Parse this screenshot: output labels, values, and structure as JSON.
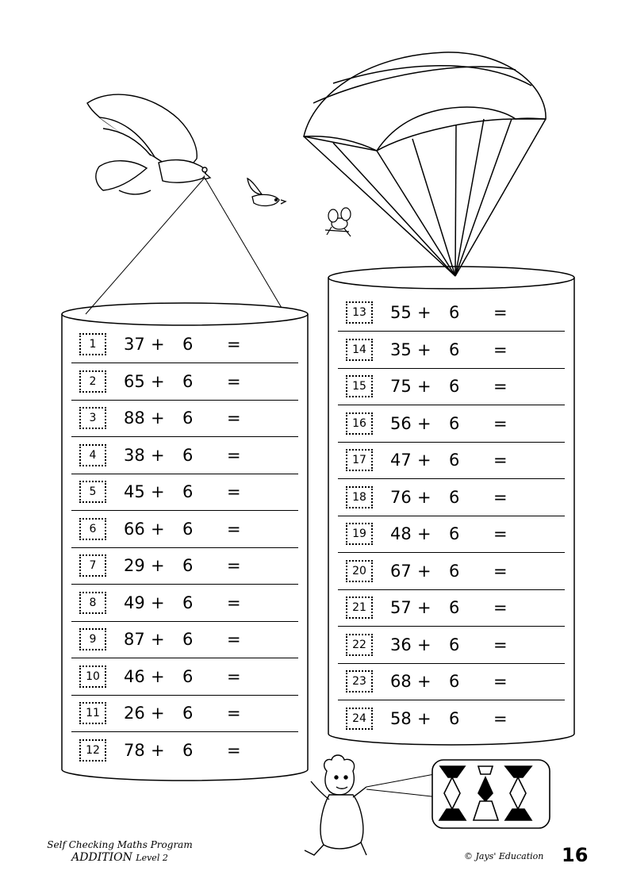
{
  "left_column": {
    "problems": [
      {
        "num": "1",
        "a": "37",
        "op": "+",
        "b": "6",
        "eq": "="
      },
      {
        "num": "2",
        "a": "65",
        "op": "+",
        "b": "6",
        "eq": "="
      },
      {
        "num": "3",
        "a": "88",
        "op": "+",
        "b": "6",
        "eq": "="
      },
      {
        "num": "4",
        "a": "38",
        "op": "+",
        "b": "6",
        "eq": "="
      },
      {
        "num": "5",
        "a": "45",
        "op": "+",
        "b": "6",
        "eq": "="
      },
      {
        "num": "6",
        "a": "66",
        "op": "+",
        "b": "6",
        "eq": "="
      },
      {
        "num": "7",
        "a": "29",
        "op": "+",
        "b": "6",
        "eq": "="
      },
      {
        "num": "8",
        "a": "49",
        "op": "+",
        "b": "6",
        "eq": "="
      },
      {
        "num": "9",
        "a": "87",
        "op": "+",
        "b": "6",
        "eq": "="
      },
      {
        "num": "10",
        "a": "46",
        "op": "+",
        "b": "6",
        "eq": "="
      },
      {
        "num": "11",
        "a": "26",
        "op": "+",
        "b": "6",
        "eq": "="
      },
      {
        "num": "12",
        "a": "78",
        "op": "+",
        "b": "6",
        "eq": "="
      }
    ]
  },
  "right_column": {
    "problems": [
      {
        "num": "13",
        "a": "55",
        "op": "+",
        "b": "6",
        "eq": "="
      },
      {
        "num": "14",
        "a": "35",
        "op": "+",
        "b": "6",
        "eq": "="
      },
      {
        "num": "15",
        "a": "75",
        "op": "+",
        "b": "6",
        "eq": "="
      },
      {
        "num": "16",
        "a": "56",
        "op": "+",
        "b": "6",
        "eq": "="
      },
      {
        "num": "17",
        "a": "47",
        "op": "+",
        "b": "6",
        "eq": "="
      },
      {
        "num": "18",
        "a": "76",
        "op": "+",
        "b": "6",
        "eq": "="
      },
      {
        "num": "19",
        "a": "48",
        "op": "+",
        "b": "6",
        "eq": "="
      },
      {
        "num": "20",
        "a": "67",
        "op": "+",
        "b": "6",
        "eq": "="
      },
      {
        "num": "21",
        "a": "57",
        "op": "+",
        "b": "6",
        "eq": "="
      },
      {
        "num": "22",
        "a": "36",
        "op": "+",
        "b": "6",
        "eq": "="
      },
      {
        "num": "23",
        "a": "68",
        "op": "+",
        "b": "6",
        "eq": "="
      },
      {
        "num": "24",
        "a": "58",
        "op": "+",
        "b": "6",
        "eq": "="
      }
    ]
  },
  "footer": {
    "program": "Self Checking Maths Program",
    "title": "ADDITION",
    "level": "Level 2",
    "copyright": "© Jays' Education",
    "page_number": "16"
  },
  "icons": {
    "bird": "parrot-icon",
    "small_bird": "small-bird-icon",
    "insect": "bee-icon",
    "parachute": "parachute-icon",
    "character": "cartoon-character-icon",
    "pattern": "geometric-pattern-icon"
  }
}
